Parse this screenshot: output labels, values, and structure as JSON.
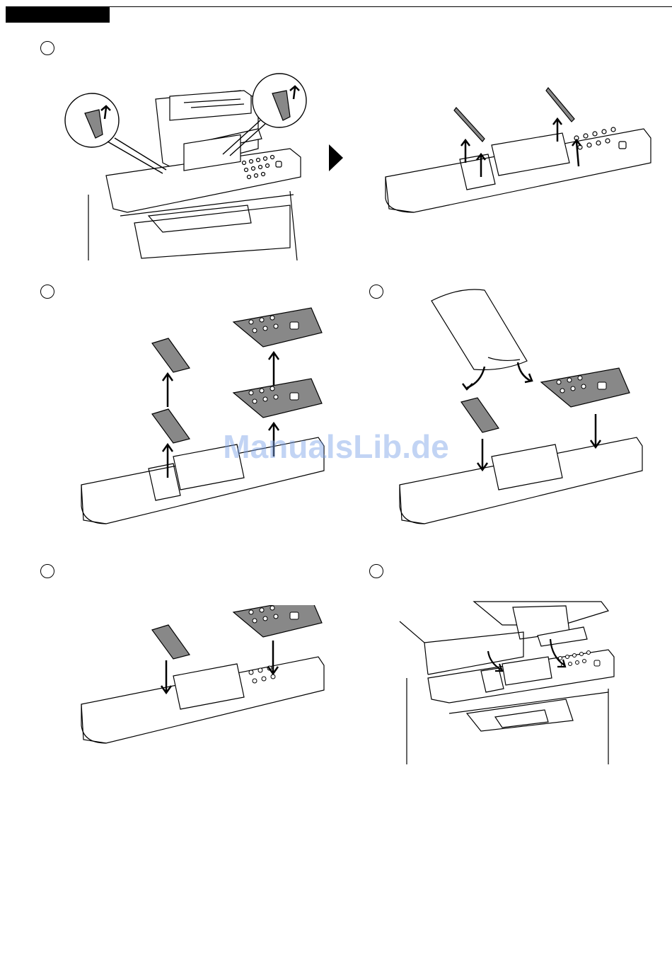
{
  "page": {
    "watermark": "ManualsLib.de"
  },
  "steps": [
    {
      "id": 1,
      "label": ""
    },
    {
      "id": 2,
      "label": ""
    },
    {
      "id": 3,
      "label": ""
    },
    {
      "id": 4,
      "label": ""
    },
    {
      "id": 5,
      "label": ""
    }
  ],
  "icons": {
    "next": "triangle-right-icon",
    "up": "arrow-up-icon",
    "down": "arrow-down-icon"
  }
}
